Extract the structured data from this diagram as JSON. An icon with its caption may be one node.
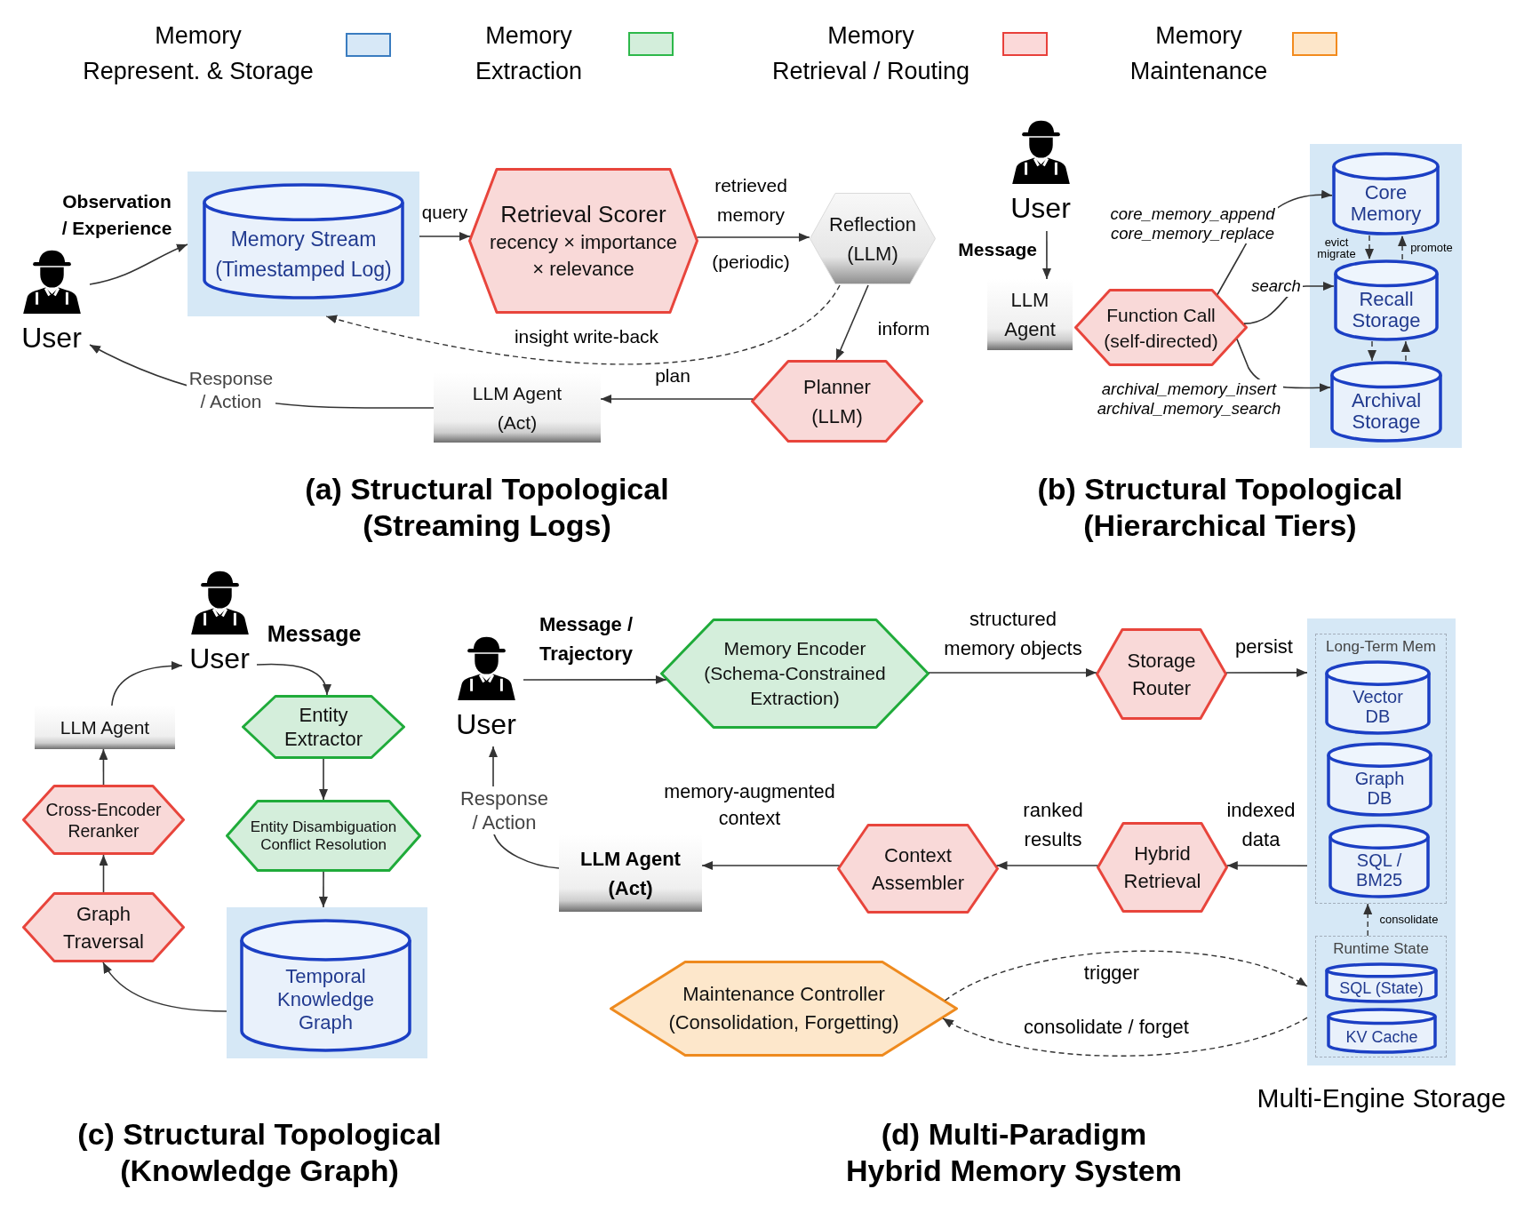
{
  "diagram": {
    "nodes": [
      {
        "text": [
          "User"
        ]
      },
      {
        "text": [
          "Memory Stream (Timestamped Log)"
        ]
      },
      {
        "text": [
          "Retrieval Scorer",
          "recency × importance × relevance"
        ]
      },
      {
        "text": [
          "Reflection (LLM)"
        ]
      },
      {
        "text": [
          "Planner (LLM)"
        ]
      },
      {
        "text": [
          "LLM Agent (Act)"
        ]
      },
      {
        "text": [
          "User"
        ]
      },
      {
        "text": [
          "LLM Agent"
        ]
      },
      {
        "text": [
          "Function Call (self-directed)"
        ]
      },
      {
        "text": [],
        "shape": "box"
      },
      {
        "text": [
          "Core Memory"
        ],
        "in": 9
      },
      {
        "text": [
          "Recall Storage"
        ],
        "in": 9
      },
      {
        "text": [
          "Archival Storage"
        ],
        "in": 9
      },
      {
        "text": [
          "User"
        ]
      },
      {
        "text": [
          "Entity Extractor"
        ]
      },
      {
        "text": [
          "Entity Disambiguation Conflict Resolution"
        ]
      },
      {
        "text": [
          "Temporal Knowledge Graph"
        ]
      },
      {
        "text": [
          "Graph Traversal"
        ]
      },
      {
        "text": [
          "Cross-Encoder Reranker"
        ]
      },
      {
        "text": [
          "LLM Agent"
        ]
      },
      {
        "text": [
          "User"
        ]
      },
      {
        "text": [
          "Memory Encoder (Schema-Constrained Extraction)"
        ]
      },
      {
        "text": [
          "Storage Router"
        ]
      },
      {
        "text": [],
        "shape": "box",
        "beside": [
          "Multi-Engine Storage"
        ]
      },
      {
        "text": [
          "Long-Term Mem"
        ],
        "in": 23
      },
      {
        "text": [
          "Vector DB"
        ],
        "in": 24
      },
      {
        "text": [
          "Graph DB"
        ],
        "in": 24
      },
      {
        "text": [
          "SQL / BM25"
        ],
        "in": 24
      },
      {
        "text": [
          "Runtime State"
        ],
        "in": 23
      },
      {
        "text": [
          "SQL (State)"
        ],
        "in": 28
      },
      {
        "text": [
          "KV Cache"
        ],
        "in": 28
      },
      {
        "text": [
          "Hybrid Retrieval"
        ]
      },
      {
        "text": [
          "Context Assembler"
        ]
      },
      {
        "text": [
          "LLM Agent (Act)"
        ]
      },
      {
        "text": [
          "Maintenance Controller (Consolidation, Forgetting)"
        ]
      }
    ],
    "edges": [
      {
        "from": 0,
        "to": 1,
        "arrow": "to",
        "label": "Observation / Experience"
      },
      {
        "from": 1,
        "to": 2,
        "arrow": "to",
        "label": "query"
      },
      {
        "from": 2,
        "to": 3,
        "arrow": "to",
        "label": "retrieved memory"
      },
      {
        "from": 3,
        "to": 1,
        "arrow": "to",
        "label": "insight write-back",
        "style": "dashed"
      },
      {
        "from": 3,
        "to": 4,
        "arrow": "to",
        "label": "inform"
      },
      {
        "from": 4,
        "to": 5,
        "arrow": "to",
        "label": "plan"
      },
      {
        "from": 5,
        "to": 0,
        "arrow": "to",
        "label": "Response / Action"
      },
      {
        "from": 6,
        "to": 7,
        "arrow": "to",
        "label": "Message"
      },
      {
        "from": 8,
        "to": 10,
        "arrow": "to",
        "label": "core_memory_append core_memory_replace"
      },
      {
        "from": 8,
        "to": 11,
        "arrow": "to",
        "label": "search"
      },
      {
        "from": 8,
        "to": 12,
        "arrow": "to",
        "label": "archival_memory_insert archival_memory_search"
      },
      {
        "from": 10,
        "to": 11,
        "arrow": "to",
        "label": "evict migrate",
        "style": "dashed"
      },
      {
        "from": 11,
        "to": 10,
        "arrow": "to",
        "label": "promote",
        "style": "dashed"
      },
      {
        "from": 11,
        "to": 12,
        "arrow": "to",
        "style": "dashed"
      },
      {
        "from": 12,
        "to": 11,
        "arrow": "to",
        "style": "dashed"
      },
      {
        "from": 13,
        "to": 14,
        "arrow": "to",
        "label": "Message"
      },
      {
        "from": 14,
        "to": 15,
        "arrow": "to"
      },
      {
        "from": 15,
        "to": 16,
        "arrow": "to"
      },
      {
        "from": 16,
        "to": 17,
        "arrow": "to"
      },
      {
        "from": 17,
        "to": 18,
        "arrow": "to"
      },
      {
        "from": 18,
        "to": 19,
        "arrow": "to"
      },
      {
        "from": 19,
        "to": 13,
        "arrow": "to"
      },
      {
        "from": 20,
        "to": 21,
        "arrow": "to",
        "label": "Message / Trajectory"
      },
      {
        "from": 21,
        "to": 22,
        "arrow": "to",
        "label": "structured memory objects"
      },
      {
        "from": 22,
        "to": 23,
        "arrow": "to",
        "label": "persist"
      },
      {
        "from": 23,
        "to": 31,
        "arrow": "to",
        "label": "indexed data"
      },
      {
        "from": 31,
        "to": 32,
        "arrow": "to",
        "label": "ranked results"
      },
      {
        "from": 32,
        "to": 33,
        "arrow": "to",
        "label": "memory-augmented context"
      },
      {
        "from": 33,
        "to": 20,
        "arrow": "to",
        "label": "Response / Action"
      },
      {
        "from": 34,
        "to": 23,
        "arrow": "to",
        "label": "trigger",
        "style": "dashed"
      },
      {
        "from": 23,
        "to": 34,
        "arrow": "to",
        "label": "consolidate / forget",
        "style": "dashed"
      },
      {
        "from": 28,
        "to": 24,
        "arrow": "to",
        "label": "consolidate",
        "style": "dashed"
      }
    ],
    "labels": [
      "(periodic)",
      "(a) Structural Topological (Streaming Logs)",
      "(b) Structural Topological (Hierarchical Tiers)",
      "(c) Structural Topological (Knowledge Graph)",
      "(d) Multi-Paradigm Hybrid Memory System"
    ],
    "legend": [
      {
        "text": "Memory Represent. & Storage",
        "color": "#d7e8f7"
      },
      {
        "text": "Memory Extraction",
        "color": "#d3eedb"
      },
      {
        "text": "Memory Retrieval / Routing",
        "color": "#fbd9d9"
      },
      {
        "text": "Memory Maintenance",
        "color": "#fde6c9"
      }
    ]
  }
}
